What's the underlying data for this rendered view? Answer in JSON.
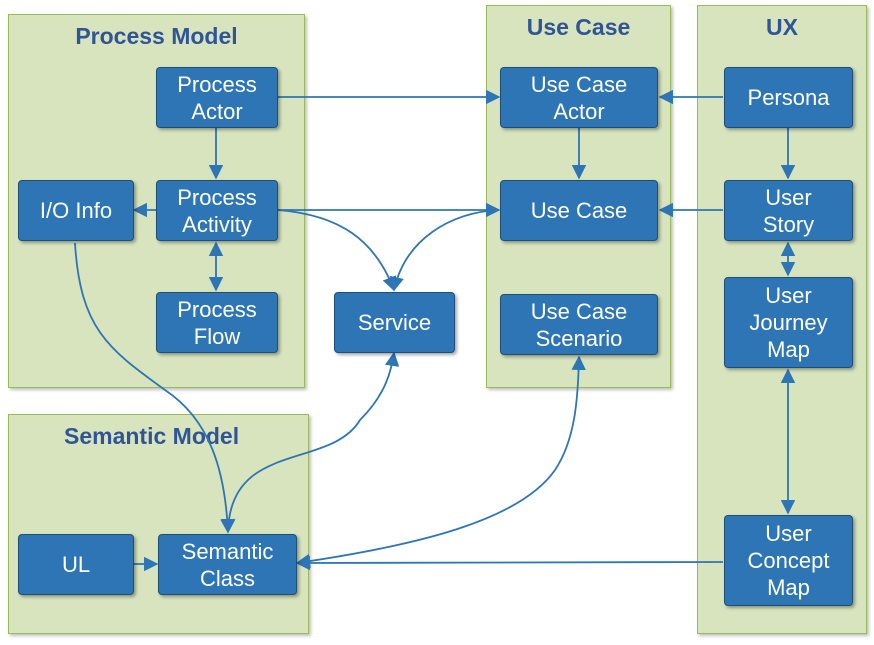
{
  "groups": {
    "process_model": "Process Model",
    "use_case": "Use Case",
    "ux": "UX",
    "semantic_model": "Semantic Model"
  },
  "nodes": {
    "process_actor": "Process\nActor",
    "process_activity": "Process\nActivity",
    "process_flow": "Process\nFlow",
    "io_info": "I/O Info",
    "service": "Service",
    "use_case_actor": "Use Case\nActor",
    "use_case": "Use Case",
    "use_case_scenario": "Use Case\nScenario",
    "persona": "Persona",
    "user_story": "User\nStory",
    "user_journey_map": "User\nJourney\nMap",
    "user_concept_map": "User\nConcept\nMap",
    "ul": "UL",
    "semantic_class": "Semantic\nClass"
  },
  "colors": {
    "group_fill": "#d7e4bd",
    "group_border": "#9bbb59",
    "node_fill": "#2e75b6",
    "title": "#2f5597",
    "edge": "#2e75b6"
  }
}
